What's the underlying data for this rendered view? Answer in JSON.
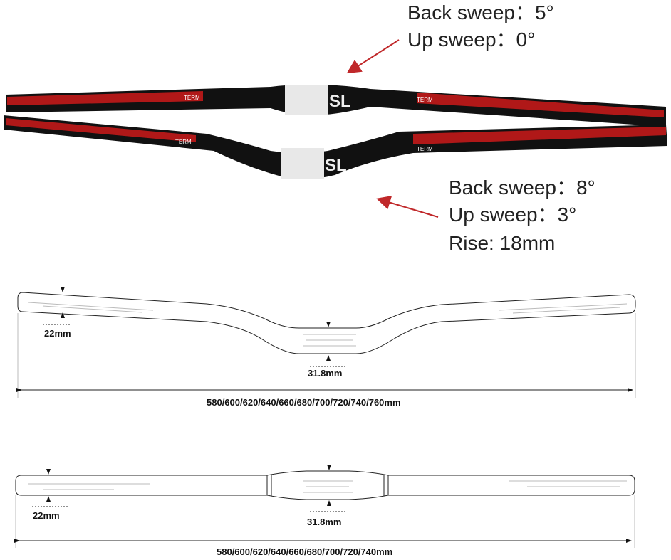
{
  "flat_bar": {
    "back_sweep": "Back sweep：5°",
    "up_sweep": "Up sweep：0°",
    "logo": "SL",
    "brand": "TERM"
  },
  "riser_bar": {
    "back_sweep": "Back sweep：8°",
    "up_sweep": "Up sweep：3°",
    "rise": "Rise: 18mm",
    "logo": "SL",
    "brand": "TERM"
  },
  "riser_diagram": {
    "grip_diameter": "22mm",
    "clamp_diameter": "31.8mm",
    "widths": "580/600/620/640/660/680/700/720/740/760mm"
  },
  "flat_diagram": {
    "grip_diameter": "22mm",
    "clamp_diameter": "31.8mm",
    "widths": "580/600/620/640/660/680/700/720/740mm"
  },
  "colors": {
    "bar_black": "#111111",
    "bar_red": "#b01818",
    "band_white": "#e8e8e8",
    "arrow": "#c0282a"
  }
}
